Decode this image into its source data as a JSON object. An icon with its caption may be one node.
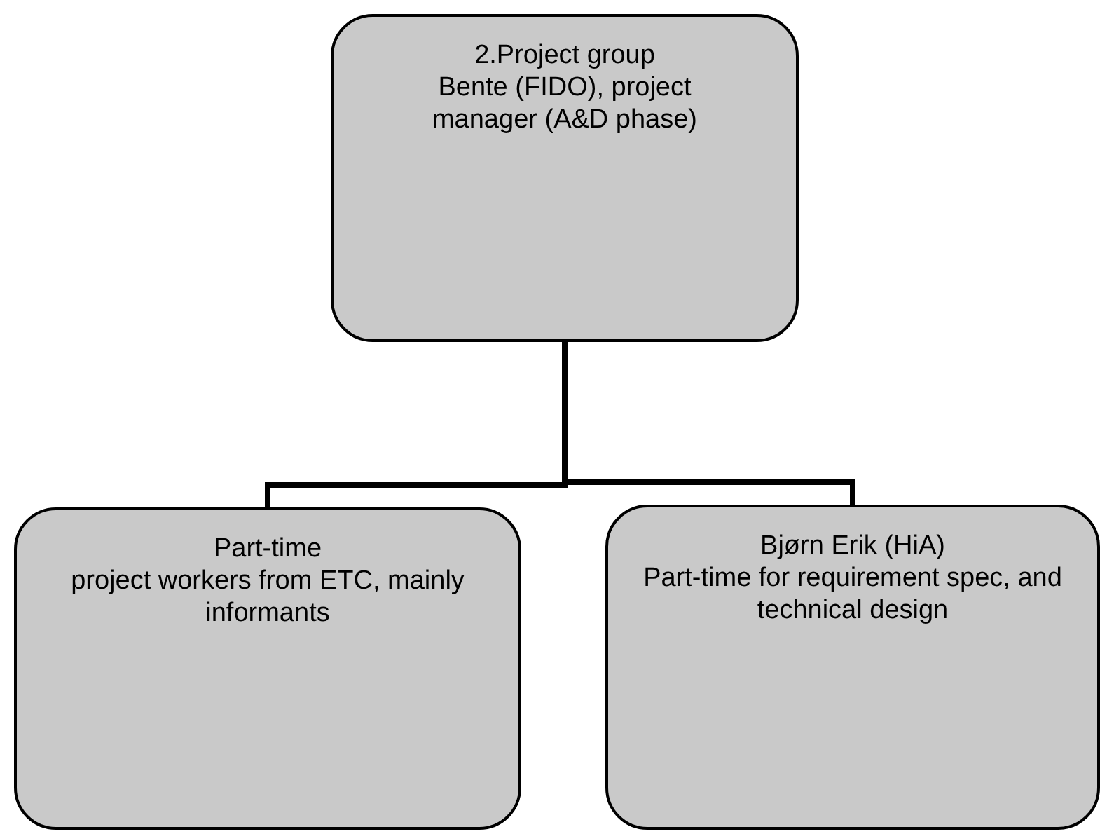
{
  "diagram": {
    "nodes": [
      {
        "text": [
          "2.Project group",
          "Bente (FIDO), project manager (A&D phase)"
        ]
      },
      {
        "text": [
          "Part-time",
          "project workers from ETC, mainly informants"
        ]
      },
      {
        "text": [
          "Bjørn Erik (HiA)",
          "Part-time for requirement spec, and technical design"
        ]
      }
    ],
    "edges": [
      {
        "from": 0,
        "to": 1,
        "arrow": "none"
      },
      {
        "from": 0,
        "to": 2,
        "arrow": "none"
      }
    ]
  }
}
